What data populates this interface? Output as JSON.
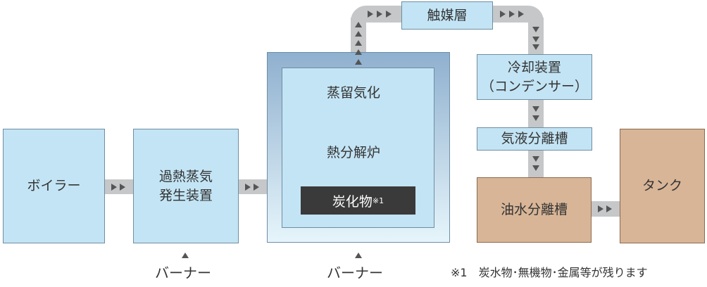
{
  "nodes": {
    "boiler": "ボイラー",
    "superheater": "過熱蒸気\n発生装置",
    "distill": "蒸留気化",
    "pyrolysis_furnace": "熱分解炉",
    "char": "炭化物",
    "char_note_mark": "※1",
    "catalyst": "触媒層",
    "condenser": "冷却装置\n（コンデンサー）",
    "gas_liquid_sep": "気液分離槽",
    "oil_water_sep": "油水分離槽",
    "tank": "タンク"
  },
  "burners": [
    "バーナー",
    "バーナー"
  ],
  "footnote": "※1　炭水物･無機物･金属等が残ります",
  "colors": {
    "box_blue": "#c3e4f4",
    "box_brown": "#d8b597",
    "connector": "#c5c7c8",
    "arrow": "#555555",
    "char_box": "#3a3a3a"
  },
  "icons": {
    "flow_arrow": "triangle",
    "burner_marker": "small-triangle-up"
  }
}
